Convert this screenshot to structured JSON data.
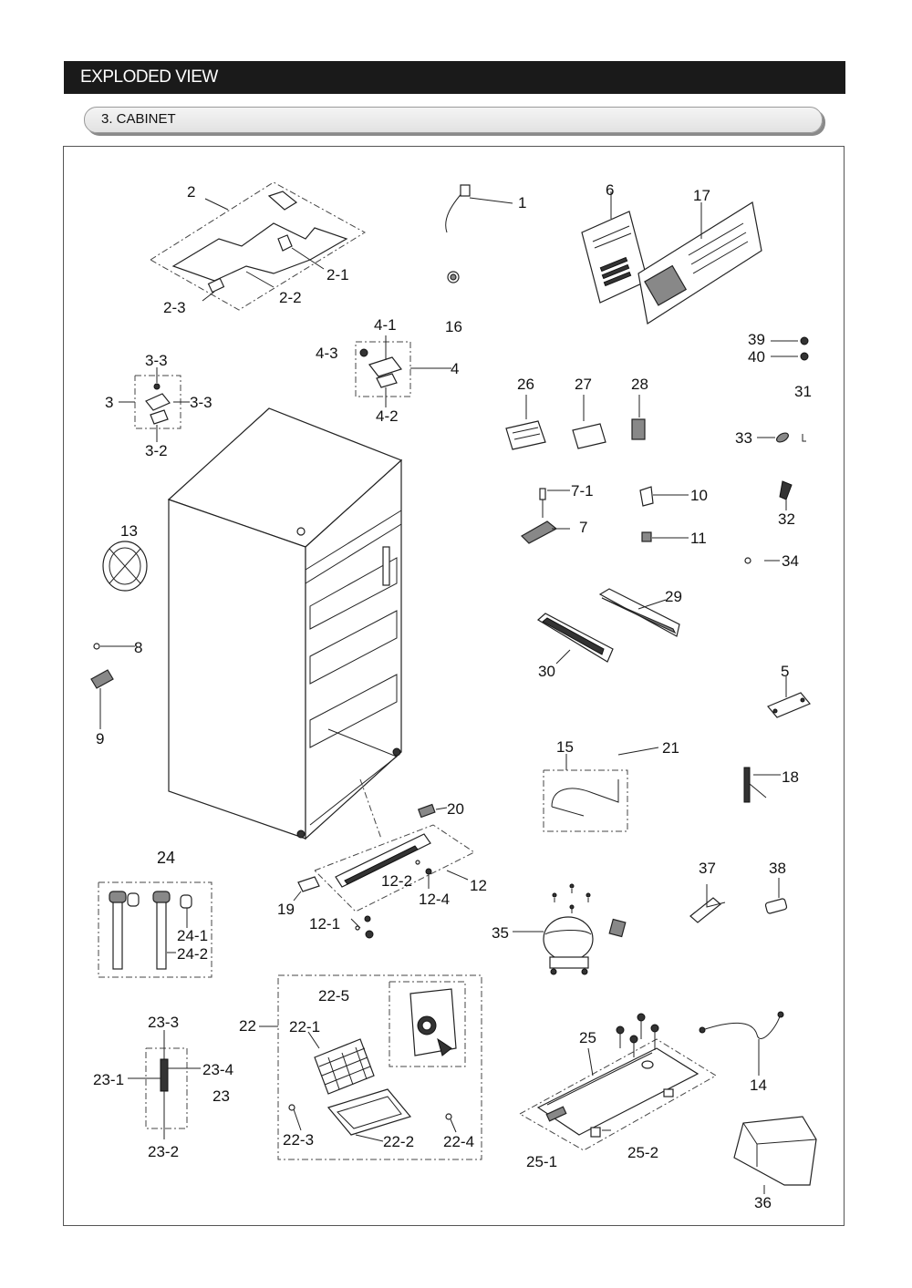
{
  "header": {
    "title": "EXPLODED VIEW"
  },
  "section": {
    "title": "3. CABINET"
  },
  "labels": {
    "p1": "1",
    "p2": "2",
    "p2_1": "2-1",
    "p2_2": "2-2",
    "p2_3": "2-3",
    "p3": "3",
    "p3_2": "3-2",
    "p3_3a": "3-3",
    "p3_3b": "3-3",
    "p4": "4",
    "p4_1": "4-1",
    "p4_2": "4-2",
    "p4_3": "4-3",
    "p5": "5",
    "p6": "6",
    "p7": "7",
    "p7_1": "7-1",
    "p8": "8",
    "p9": "9",
    "p10": "10",
    "p11": "11",
    "p12": "12",
    "p12_1": "12-1",
    "p12_2": "12-2",
    "p12_4": "12-4",
    "p13": "13",
    "p14": "14",
    "p15": "15",
    "p16": "16",
    "p17": "17",
    "p18": "18",
    "p19": "19",
    "p20": "20",
    "p21": "21",
    "p22": "22",
    "p22_1": "22-1",
    "p22_2": "22-2",
    "p22_3": "22-3",
    "p22_4": "22-4",
    "p22_5": "22-5",
    "p23": "23",
    "p23_1": "23-1",
    "p23_2": "23-2",
    "p23_3": "23-3",
    "p23_4": "23-4",
    "p24": "24",
    "p24_1": "24-1",
    "p24_2": "24-2",
    "p25": "25",
    "p25_1": "25-1",
    "p25_2": "25-2",
    "p26": "26",
    "p27": "27",
    "p28": "28",
    "p29": "29",
    "p30": "30",
    "p31": "31",
    "p32": "32",
    "p33": "33",
    "p34": "34",
    "p35": "35",
    "p36": "36",
    "p37": "37",
    "p38": "38",
    "p39": "39",
    "p40": "40"
  }
}
